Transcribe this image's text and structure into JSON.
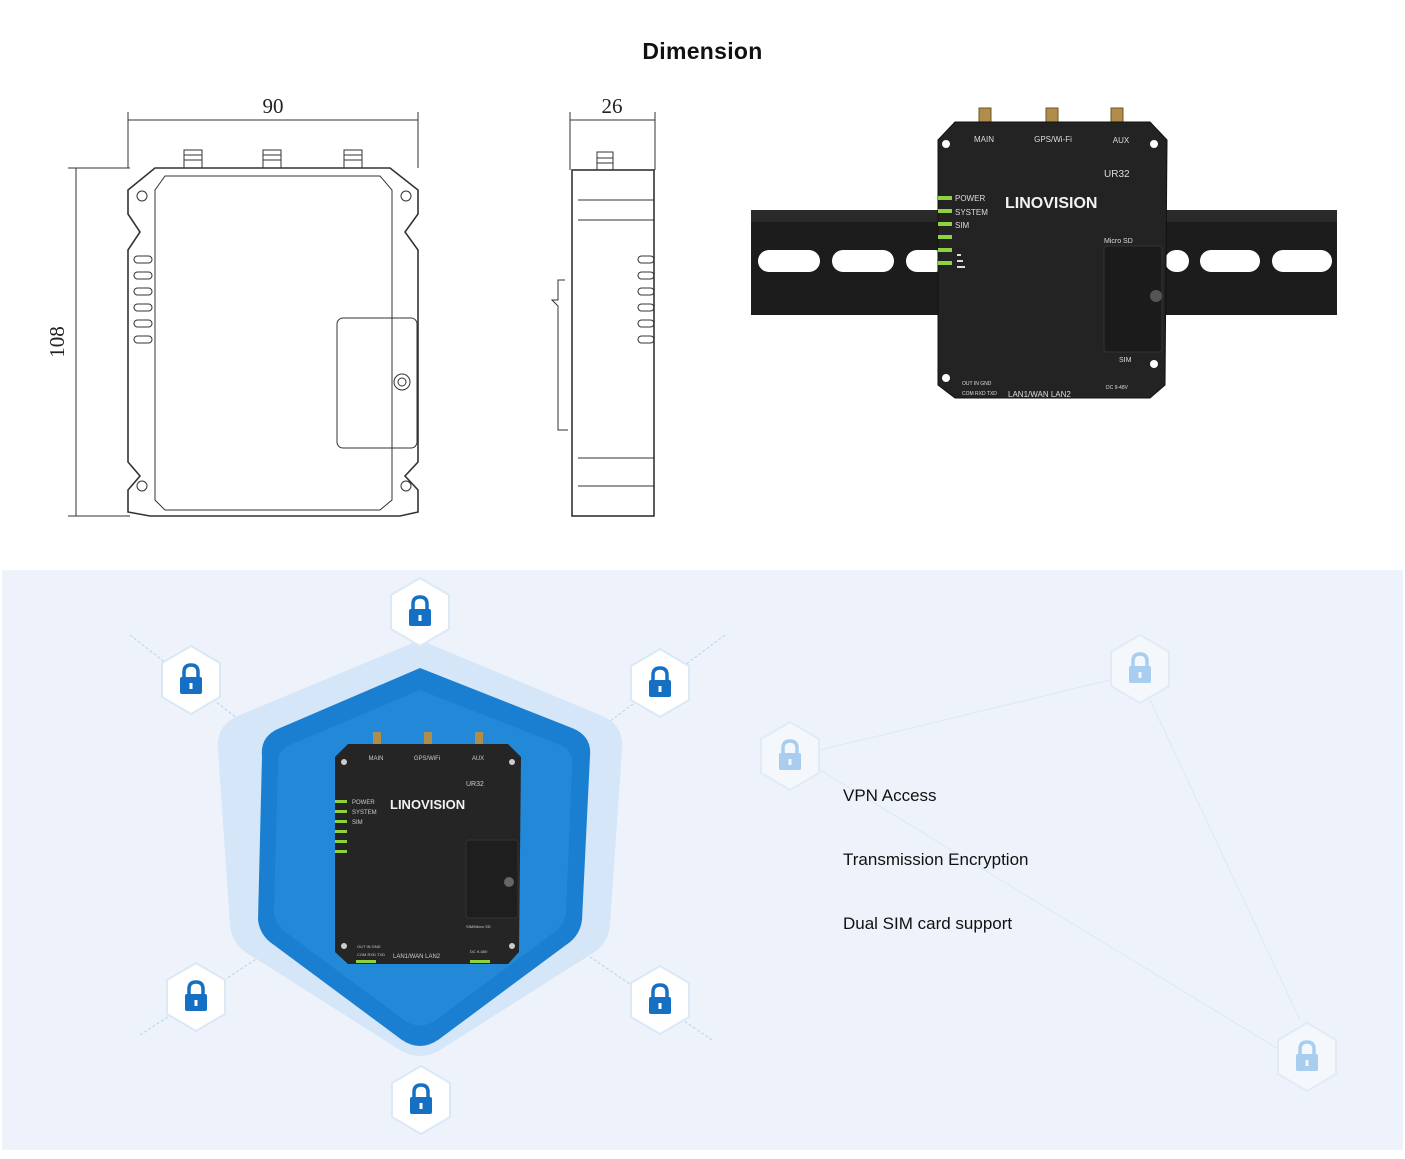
{
  "section": {
    "title": "Dimension"
  },
  "dimensions": {
    "width": "90",
    "depth": "26",
    "height": "108"
  },
  "device": {
    "brand": "LINOVISION",
    "model": "UR32",
    "antennas": [
      "MAIN",
      "GPS/Wi-Fi",
      "AUX"
    ],
    "antennas_small": [
      "MAIN",
      "GPS/WiFi",
      "AUX"
    ],
    "leds": [
      "POWER",
      "SYSTEM",
      "SIM"
    ],
    "slot_microsd": "Micro SD",
    "slot_sim": "SIM",
    "slot_small": "SIM/Micro SD",
    "ports": "LAN1/WAN   LAN2",
    "power": "DC 9-48V",
    "io_top": "OUT IN GND",
    "io_bottom": "COM RXD TXD"
  },
  "features": [
    "VPN Access",
    "Transmission Encryption",
    "Dual SIM card support"
  ],
  "colors": {
    "shield_dark": "#1a7fd0",
    "shield_light": "#cfe3f7",
    "lock": "#1570c4",
    "lock_faded": "#a9cdee",
    "panel_bg": "#eef3fb"
  }
}
